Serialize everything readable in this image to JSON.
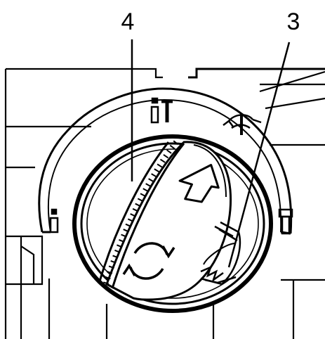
{
  "callouts": [
    {
      "id": "selector-knob",
      "label": "4"
    },
    {
      "id": "release-button",
      "label": "3"
    }
  ],
  "mode_symbols": [
    "drill-icon",
    "hammer-drill-icon",
    "chisel-adjust-icon",
    "chisel-icon"
  ],
  "knob_symbols": [
    "arrow-up-icon",
    "rotate-arrows-icon"
  ],
  "colors": {
    "line": "#000000",
    "background": "#ffffff"
  }
}
